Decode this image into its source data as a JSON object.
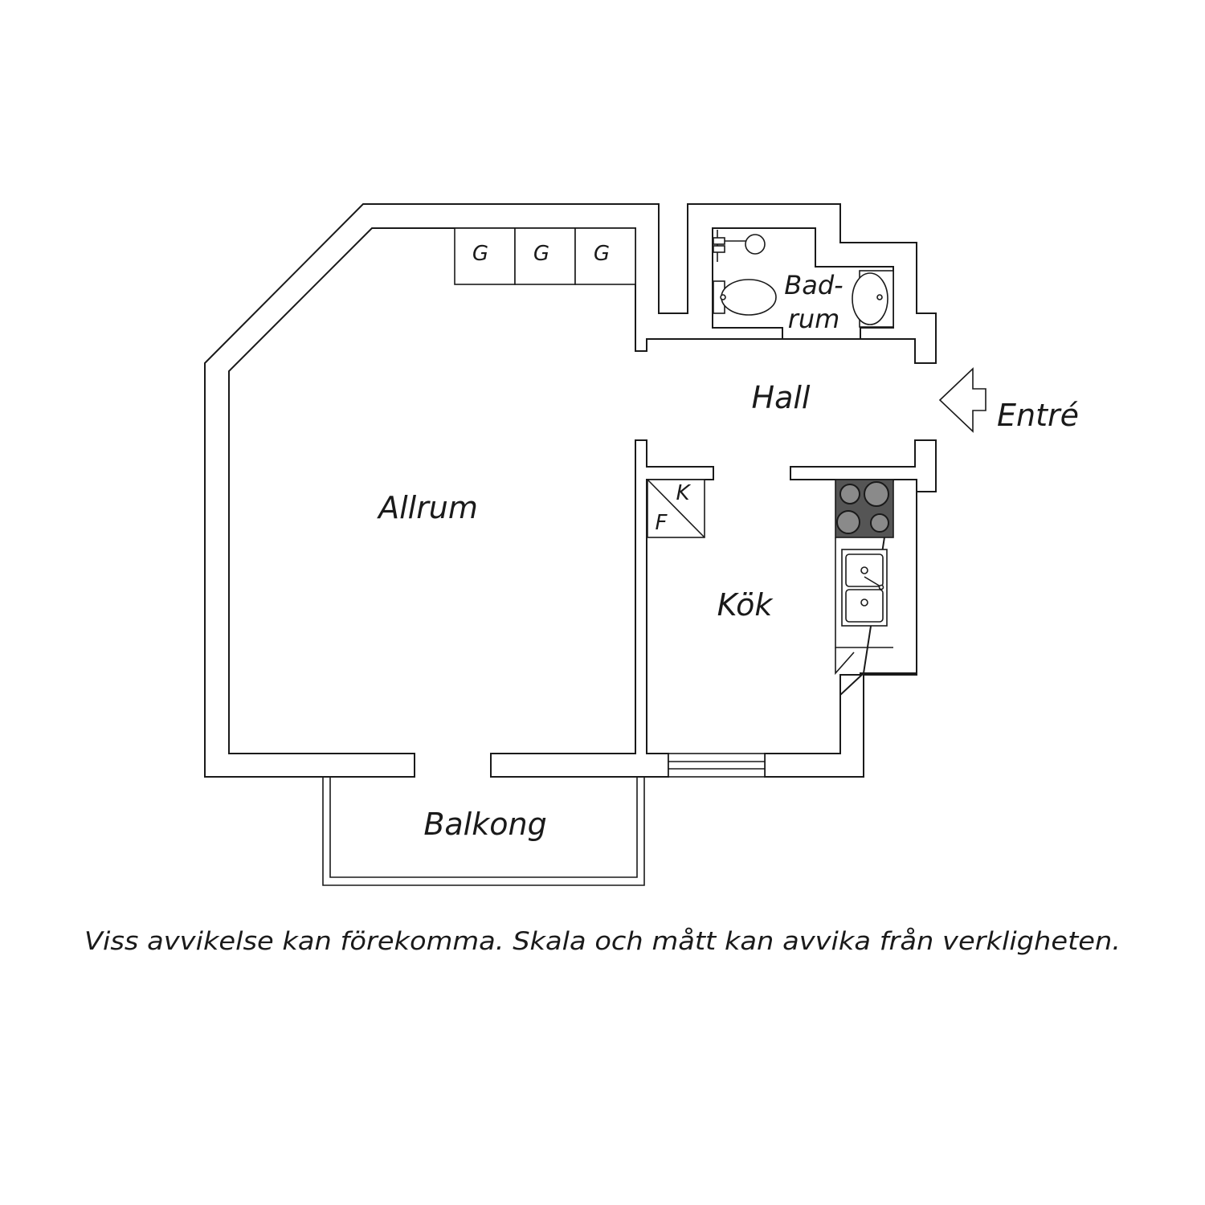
{
  "rooms": {
    "allrum": "Allrum",
    "hall": "Hall",
    "kok": "Kök",
    "badrum_line1": "Bad-",
    "badrum_line2": "rum",
    "balkong": "Balkong"
  },
  "wardrobes": [
    "G",
    "G",
    "G"
  ],
  "fridge": {
    "top": "K",
    "bottom": "F"
  },
  "entrance": {
    "label": "Entré"
  },
  "disclaimer": "Viss avvikelse kan förekomma. Skala och mått kan avvika från verkligheten.",
  "colors": {
    "line": "#1a1a1a",
    "stove_fill": "#555555",
    "burner": "#8a8a8a"
  }
}
